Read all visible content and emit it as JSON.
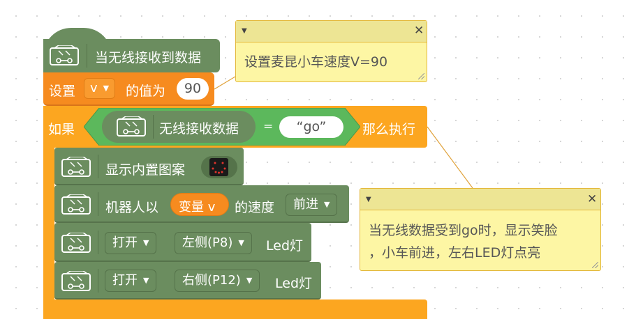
{
  "hat": {
    "label": "当无线接收到数据"
  },
  "set_block": {
    "label_set": "设置",
    "variable": "v",
    "label_value_of": "的值为",
    "value": "90"
  },
  "if_block": {
    "label_if": "如果",
    "label_then": "那么执行",
    "condition": {
      "sensor_label": "无线接收数据",
      "operator": "=",
      "string_value": "“go”"
    }
  },
  "statements": {
    "show_image": {
      "label": "显示内置图案"
    },
    "speed": {
      "label_prefix": "机器人以",
      "var_name": "变量 v",
      "label_speed": "的速度",
      "direction": "前进"
    },
    "led_left": {
      "state": "打开",
      "side": "左侧(P8)",
      "label": "Led灯"
    },
    "led_right": {
      "state": "打开",
      "side": "右侧(P12)",
      "label": "Led灯"
    }
  },
  "comments": [
    {
      "text": "设置麦昆小车速度V=90"
    },
    {
      "line1": "当无线数据受到go时，显示笑脸",
      "line2": "，小车前进，左右LED灯点亮"
    }
  ],
  "icons": {
    "caret": "▼",
    "close": "✕"
  },
  "colors": {
    "event_block": "#6b8d5f",
    "control_block": "#fca620",
    "variable_block": "#f68b1f",
    "logic_block": "#5cb85c",
    "comment": "#fdf6a4"
  }
}
